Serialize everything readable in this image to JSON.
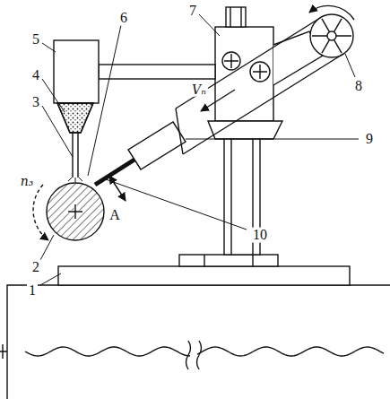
{
  "diagram": {
    "labels": [
      "5",
      "4",
      "3",
      "6",
      "7",
      "8",
      "n₃",
      "2",
      "Vₙ",
      "9",
      "A",
      "10",
      "1"
    ]
  }
}
